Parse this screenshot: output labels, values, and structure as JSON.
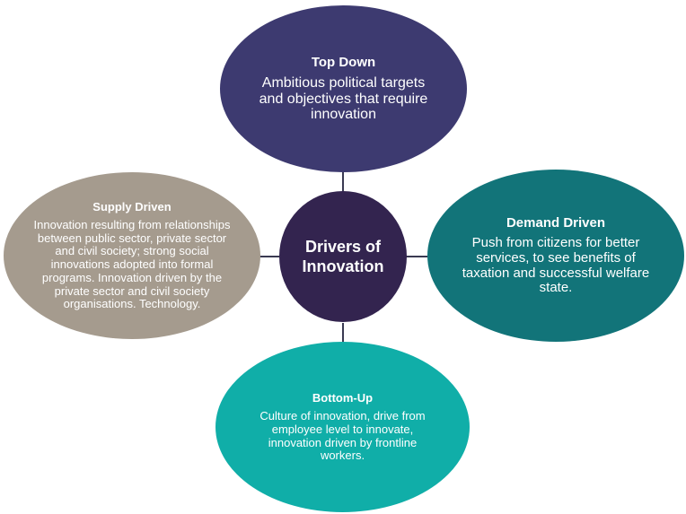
{
  "center": {
    "label": "Drivers of Innovation"
  },
  "nodes": {
    "top": {
      "title": "Top Down",
      "description": "Ambitious political targets and objectives that require innovation"
    },
    "right": {
      "title": "Demand Driven",
      "description": "Push from citizens for better services, to see benefits of taxation and successful welfare state."
    },
    "left": {
      "title": "Supply Driven",
      "description": "Innovation resulting from relationships between public sector, private sector and civil society; strong social innovations adopted into formal programs. Innovation driven by the private sector and civil society organisations. Technology."
    },
    "bottom": {
      "title": "Bottom-Up",
      "description": "Culture of innovation, drive from employee level to innovate, innovation driven by frontline workers."
    }
  },
  "colors": {
    "top": "#3d3a70",
    "right": "#127479",
    "left": "#a59b8e",
    "bottom": "#10aea8",
    "center": "#33244f",
    "connector": "#3a3a52"
  }
}
